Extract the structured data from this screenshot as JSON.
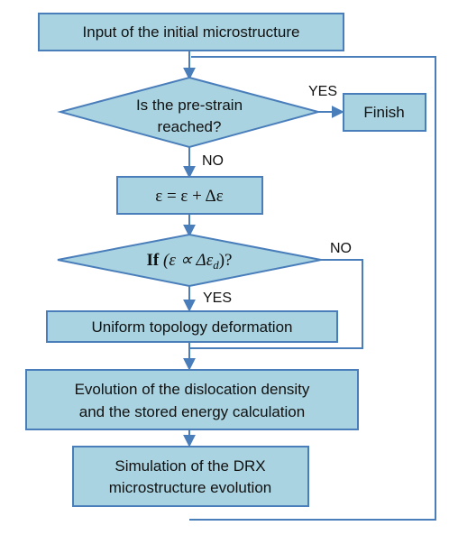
{
  "flowchart": {
    "nodes": {
      "input": "Input of the initial microstructure",
      "prestrain_q_line1": "Is the pre-strain",
      "prestrain_q_line2": "reached?",
      "finish": "Finish",
      "increment": "ε = ε + Δε",
      "cond_prefix": "If",
      "cond_math": "(ε ∝ Δε",
      "cond_sub": "d",
      "cond_suffix": ")?",
      "uniform": "Uniform topology deformation",
      "evolution_line1": "Evolution of the dislocation density",
      "evolution_line2": "and the stored energy calculation",
      "drx_line1": "Simulation of the DRX",
      "drx_line2": "microstructure evolution"
    },
    "edge_labels": {
      "yes_1": "YES",
      "no_1": "NO",
      "no_2": "NO",
      "yes_2": "YES"
    },
    "colors": {
      "box_fill": "#A9D3E0",
      "box_stroke": "#4A7EBB",
      "line": "#4A7EBB"
    }
  }
}
